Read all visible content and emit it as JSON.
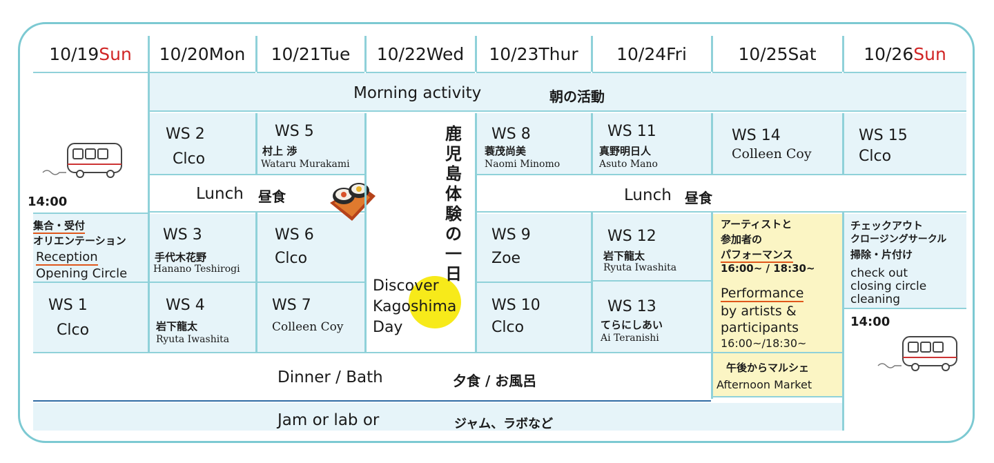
{
  "days": [
    {
      "date": "10/19 ",
      "dow": "Sun",
      "weekend": true
    },
    {
      "date": "10/20 ",
      "dow": "Mon",
      "weekend": false
    },
    {
      "date": "10/21 ",
      "dow": "Tue",
      "weekend": false
    },
    {
      "date": "10/22 ",
      "dow": "Wed",
      "weekend": false
    },
    {
      "date": "10/23 ",
      "dow": "Thur",
      "weekend": false
    },
    {
      "date": "10/24 ",
      "dow": "Fri",
      "weekend": false
    },
    {
      "date": "10/25 ",
      "dow": "Sat",
      "weekend": false
    },
    {
      "date": "10/26 ",
      "dow": "Sun",
      "weekend": true
    }
  ],
  "colors": {
    "weekend": "#d02424",
    "border": "#8fd1d9",
    "cell_blue": "#e6f4f9",
    "cell_yellow": "#fbf5c4",
    "accent_underline": "#e0561a",
    "highlight": "#f7ea1a"
  },
  "morning": {
    "en": "Morning activity",
    "jp": "朝の活動"
  },
  "lunch_left": {
    "en": "Lunch",
    "jp": "昼食"
  },
  "lunch_right": {
    "en": "Lunch",
    "jp": "昼食"
  },
  "dinner": {
    "en": "Dinner / Bath",
    "jp": "夕食 / お風呂"
  },
  "jam": {
    "en": "Jam or lab or",
    "jp": "ジャム、ラボなど"
  },
  "sun19": {
    "time": "14:00",
    "jp1": "集合・受付",
    "jp2": "オリエンテーション",
    "en1": "Reception",
    "en2": "Opening Circle",
    "ws1_title": "WS 1",
    "ws1_name": "Clco"
  },
  "ws": {
    "ws2": {
      "title": "WS 2",
      "name": "Clco"
    },
    "ws3": {
      "title": "WS 3",
      "jp": "手代木花野",
      "en": "Hanano Teshirogi"
    },
    "ws4": {
      "title": "WS 4",
      "jp": "岩下龍太",
      "en": "Ryuta Iwashita"
    },
    "ws5": {
      "title": "WS 5",
      "jp": "村上 渉",
      "en": "Wataru Murakami"
    },
    "ws6": {
      "title": "WS 6",
      "name": "Clco"
    },
    "ws7": {
      "title": "WS 7",
      "en": "Colleen Coy"
    },
    "ws8": {
      "title": "WS 8",
      "jp": "蓑茂尚美",
      "en": "Naomi Minomo"
    },
    "ws9": {
      "title": "WS 9",
      "name": "Zoe"
    },
    "ws10": {
      "title": "WS 10",
      "name": "Clco"
    },
    "ws11": {
      "title": "WS 11",
      "jp": "真野明日人",
      "en": "Asuto Mano"
    },
    "ws12": {
      "title": "WS 12",
      "jp": "岩下龍太",
      "en": "Ryuta Iwashita"
    },
    "ws13": {
      "title": "WS 13",
      "jp": "てらにしあい",
      "en": "Ai Teranishi"
    },
    "ws14": {
      "title": "WS 14",
      "en": "Colleen Coy"
    },
    "ws15": {
      "title": "WS 15",
      "name": "Clco"
    }
  },
  "wed": {
    "jp_vertical": "鹿児島体験の一日",
    "en1": "Discover",
    "en2": "Kagoshima",
    "en3": "Day"
  },
  "sat": {
    "jp1": "アーティストと",
    "jp2": "参加者の",
    "jp3": "パフォーマンス",
    "time_jp": "16:00~ / 18:30~",
    "en1": "Performance",
    "en2": "by artists &",
    "en3": "participants",
    "time_en": "16:00~/18:30~",
    "market_jp": "午後からマルシェ",
    "market_en": "Afternoon Market"
  },
  "sun26": {
    "jp1": "チェックアウト",
    "jp2": "クロージングサークル",
    "jp3": "掃除・片付け",
    "en1": "check out",
    "en2": "closing circle",
    "en3": "cleaning",
    "time": "14:00"
  },
  "icons": {
    "bus": "bus-icon",
    "sushi": "sushi-roll-icon"
  }
}
